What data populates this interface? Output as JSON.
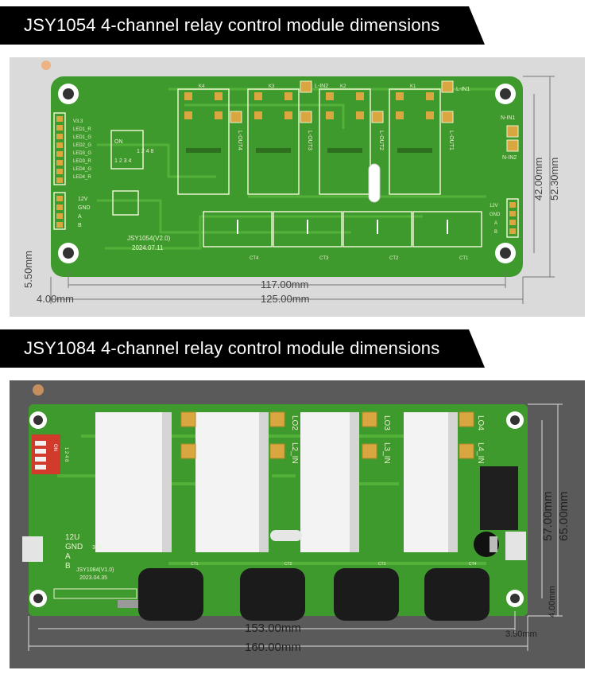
{
  "section1": {
    "title": "JSY1054 4-channel relay control module dimensions",
    "board_label": "JSY1054(V2.0)",
    "board_date": "2024.07.11",
    "dims": {
      "inner_width": "117.00mm",
      "outer_width": "125.00mm",
      "inner_height": "42.00mm",
      "outer_height": "52.30mm",
      "offset_x": "4.00mm",
      "offset_y": "5.50mm"
    },
    "relays": [
      "K4",
      "K3",
      "K2",
      "K1"
    ],
    "outputs": [
      "L-OUT4",
      "L-OUT3",
      "L-OUT2",
      "L-OUT1"
    ],
    "inputs": [
      "L-IN2",
      "L-IN1"
    ],
    "neutral": [
      "N-IN1",
      "N-IN2"
    ],
    "cts": [
      "CT4",
      "CT3",
      "CT2",
      "CT1"
    ],
    "left_labels": [
      "V3.3",
      "LED1_R",
      "LED1_G",
      "LED2_G",
      "LED3_G",
      "LED3_R",
      "LED4_G",
      "LED4_R"
    ],
    "switch_label": "ON",
    "switch_nums": "1 2 4 8",
    "switch_nums2": "1 2 3 4",
    "power_pins": [
      "12V",
      "GND",
      "A",
      "B"
    ],
    "power_pins_right": [
      "12V",
      "GND",
      "A",
      "B"
    ]
  },
  "section2": {
    "title": "JSY1084 4-channel relay control module dimensions",
    "board_label": "JSY1084(V1.0)",
    "board_date": "2023.04.35",
    "dims": {
      "inner_width": "153.00mm",
      "outer_width": "160.00mm",
      "inner_height": "57.00mm",
      "outer_height": "65.00mm",
      "offset_x": "3.50mm",
      "offset_y": "4.00mm"
    },
    "outputs": [
      "LO2",
      "LO3",
      "LO4"
    ],
    "inputs": [
      "L2_IN",
      "L3_IN",
      "L4_IN"
    ],
    "cts": [
      "CT1",
      "CT2",
      "CT3",
      "CT4"
    ],
    "power_pins": [
      "12U",
      "GND",
      "A",
      "B"
    ],
    "switch_label": "ON",
    "switch_nums": "1 2 4 8",
    "voltage_label": "3.3V"
  },
  "colors": {
    "board": "#3e9a2c",
    "board_dark": "#2d7a1f",
    "trace": "#56b43c",
    "pad": "#d9a640",
    "banner": "#000000",
    "panel_bg": "#dadada",
    "panel2_bg": "#5a5a5a"
  }
}
